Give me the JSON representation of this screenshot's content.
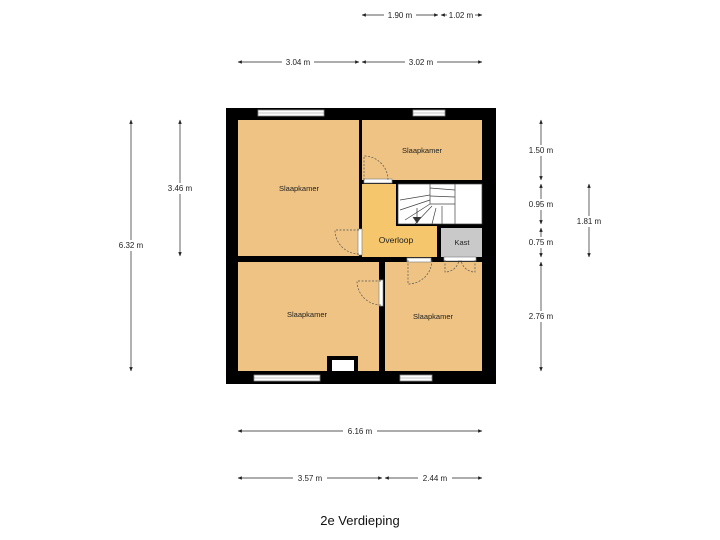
{
  "title": "2e Verdieping",
  "rooms": {
    "bedroom_top_left": "Slaapkamer",
    "bedroom_top_right": "Slaapkamer",
    "bedroom_bottom_left": "Slaapkamer",
    "bedroom_bottom_right": "Slaapkamer",
    "landing": "Overloop",
    "closet": "Kast"
  },
  "dimensions": {
    "top_a": "1.90 m",
    "top_b": "1.02 m",
    "width_left_top": "3.04 m",
    "width_right_top": "3.02 m",
    "height_total": "6.32 m",
    "height_left_top": "3.46 m",
    "right_a": "1.50 m",
    "right_b": "0.95 m",
    "right_c": "0.75 m",
    "right_d": "2.76 m",
    "right_outer": "1.81 m",
    "width_total": "6.16 m",
    "width_left_bottom": "3.57 m",
    "width_right_bottom": "2.44 m"
  },
  "colors": {
    "wall": "#000000",
    "room_fill": "#eec383",
    "landing_fill": "#f5c66b",
    "closet_fill": "#c9c9c9",
    "stair_fill": "#ffffff"
  }
}
